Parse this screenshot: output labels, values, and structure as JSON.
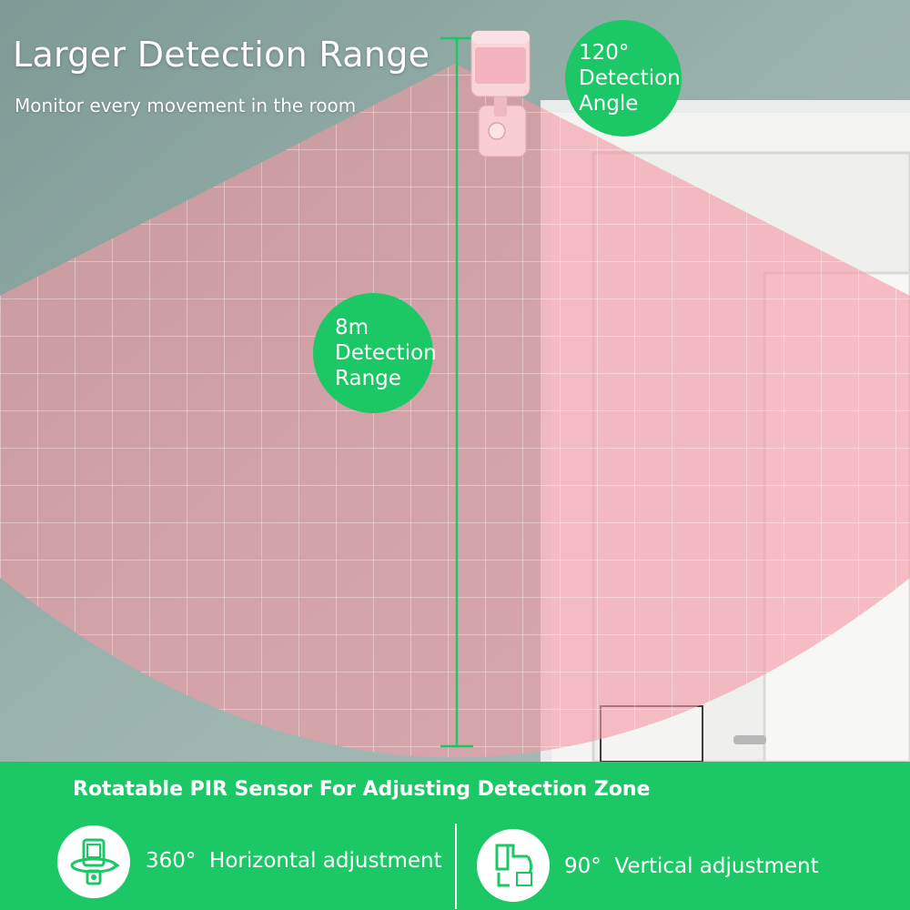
{
  "hero": {
    "title": "Larger Detection Range",
    "subtitle": "Monitor every movement in the room"
  },
  "angle_badge": {
    "line1": "120°",
    "line2": "Detection",
    "line3": "Angle"
  },
  "range_badge": {
    "line1": "8m",
    "line2": "Detection",
    "line3": "Range"
  },
  "footer": {
    "title": "Rotatable PIR Sensor For Adjusting Detection Zone",
    "features": [
      {
        "value": "360°",
        "label": "Horizontal adjustment",
        "icon": "rotate-horizontal-icon"
      },
      {
        "value": "90°",
        "label": "Vertical adjustment",
        "icon": "tilt-vertical-icon"
      }
    ]
  },
  "colors": {
    "accent_green": "#1cc766",
    "wall": "#8fa8a3",
    "detection_zone": "#f39aa4",
    "door": "#f2f2f0",
    "sensor": "#f6c9d0"
  }
}
